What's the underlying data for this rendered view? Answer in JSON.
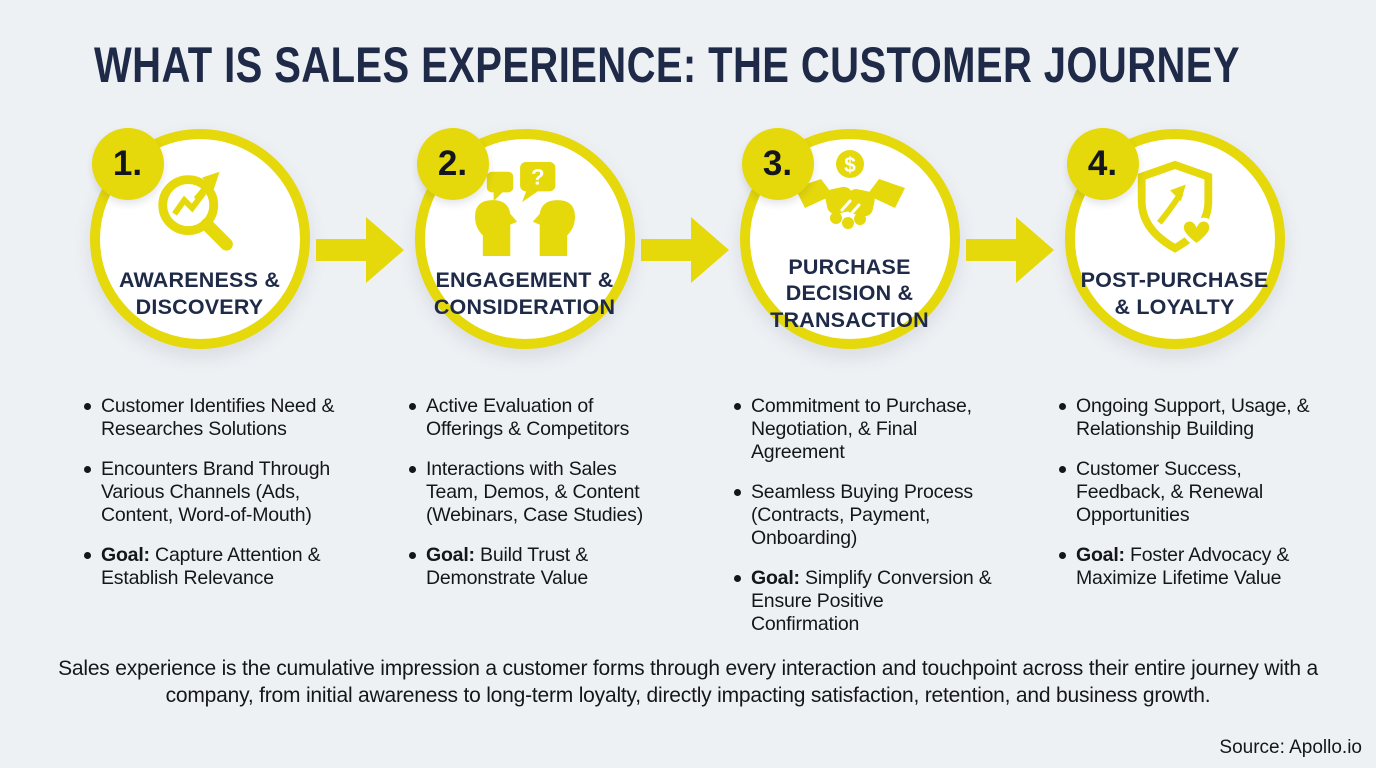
{
  "title": "WHAT IS SALES EXPERIENCE: THE CUSTOMER JOURNEY",
  "stages": [
    {
      "number": "1.",
      "label": "AWARENESS &\nDISCOVERY",
      "icon": "magnifier-trend-icon",
      "bullets": [
        {
          "bold": "",
          "text": "Customer Identifies Need & Researches Solutions"
        },
        {
          "bold": "",
          "text": "Encounters Brand Through Various Channels (Ads, Content, Word-of-Mouth)"
        },
        {
          "bold": "Goal:",
          "text": " Capture Attention & Establish Relevance"
        }
      ]
    },
    {
      "number": "2.",
      "label": "ENGAGEMENT &\nCONSIDERATION",
      "icon": "chat-people-icon",
      "bullets": [
        {
          "bold": "",
          "text": "Active Evaluation of Offerings & Competitors"
        },
        {
          "bold": "",
          "text": "Interactions with Sales Team, Demos, & Content (Webinars, Case Studies)"
        },
        {
          "bold": "Goal:",
          "text": " Build Trust & Demonstrate Value"
        }
      ]
    },
    {
      "number": "3.",
      "label": "PURCHASE\nDECISION &\nTRANSACTION",
      "icon": "handshake-dollar-icon",
      "bullets": [
        {
          "bold": "",
          "text": "Commitment to Purchase, Negotiation, & Final Agreement"
        },
        {
          "bold": "",
          "text": "Seamless Buying Process (Contracts, Payment, Onboarding)"
        },
        {
          "bold": "Goal:",
          "text": " Simplify Conversion & Ensure Positive Confirmation"
        }
      ]
    },
    {
      "number": "4.",
      "label": "POST-PURCHASE\n& LOYALTY",
      "icon": "shield-growth-heart-icon",
      "bullets": [
        {
          "bold": "",
          "text": "Ongoing Support, Usage, & Relationship Building"
        },
        {
          "bold": "",
          "text": "Customer Success, Feedback, & Renewal Opportunities"
        },
        {
          "bold": "Goal:",
          "text": " Foster Advocacy & Maximize Lifetime Value"
        }
      ]
    }
  ],
  "summary": "Sales experience is the cumulative impression a customer forms through every interaction and touchpoint across their entire journey with a company, from initial awareness to long-term loyalty, directly impacting satisfaction, retention, and business growth.",
  "source": "Source: Apollo.io",
  "colors": {
    "accent_yellow": "#e5d80b",
    "navy": "#1e2a47",
    "text": "#15161a",
    "background": "#eef1f4"
  }
}
